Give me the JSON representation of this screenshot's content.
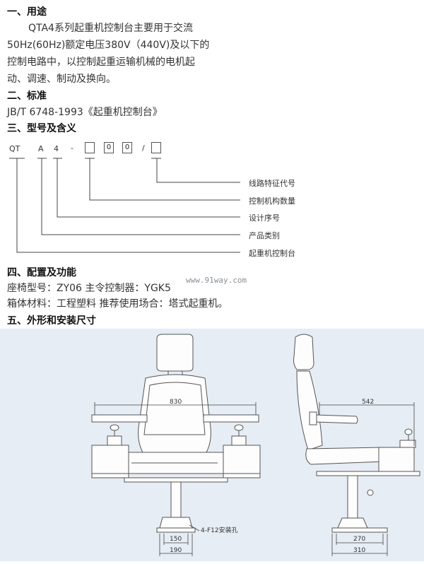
{
  "sections": {
    "usage": {
      "heading": "一、用途",
      "lines": [
        "QTA4系列起重机控制台主要用于交流",
        "50Hz(60Hz)额定电压380V（440V)及以下的",
        "控制电路中，以控制起重运输机械的电机起",
        "动、调速、制动及换向。"
      ]
    },
    "standard": {
      "heading": "二、标准",
      "text": "JB/T 6748-1993《起重机控制台》"
    },
    "model": {
      "heading": "三、型号及含义",
      "codes": [
        "QT",
        "A",
        "4",
        "-",
        "0",
        "0",
        "/"
      ],
      "labels": [
        "线路特征代号",
        "控制机构数量",
        "设计序号",
        "产品类别",
        "起重机控制台"
      ]
    },
    "config": {
      "heading": "四、配置及功能",
      "lines": [
        "座椅型号：ZY06  主令控制器：YGK5",
        "箱体材料：工程塑料  推荐使用场合：塔式起重机。"
      ]
    },
    "dimensions": {
      "heading": "五、外形和安装尺寸"
    }
  },
  "watermark": "www.91way.com",
  "drawing": {
    "front": {
      "width": "830",
      "base1": "150",
      "base2": "190",
      "hole_note": "4-F12安装孔"
    },
    "side": {
      "depth": "542",
      "base1": "270",
      "base2": "310"
    }
  }
}
